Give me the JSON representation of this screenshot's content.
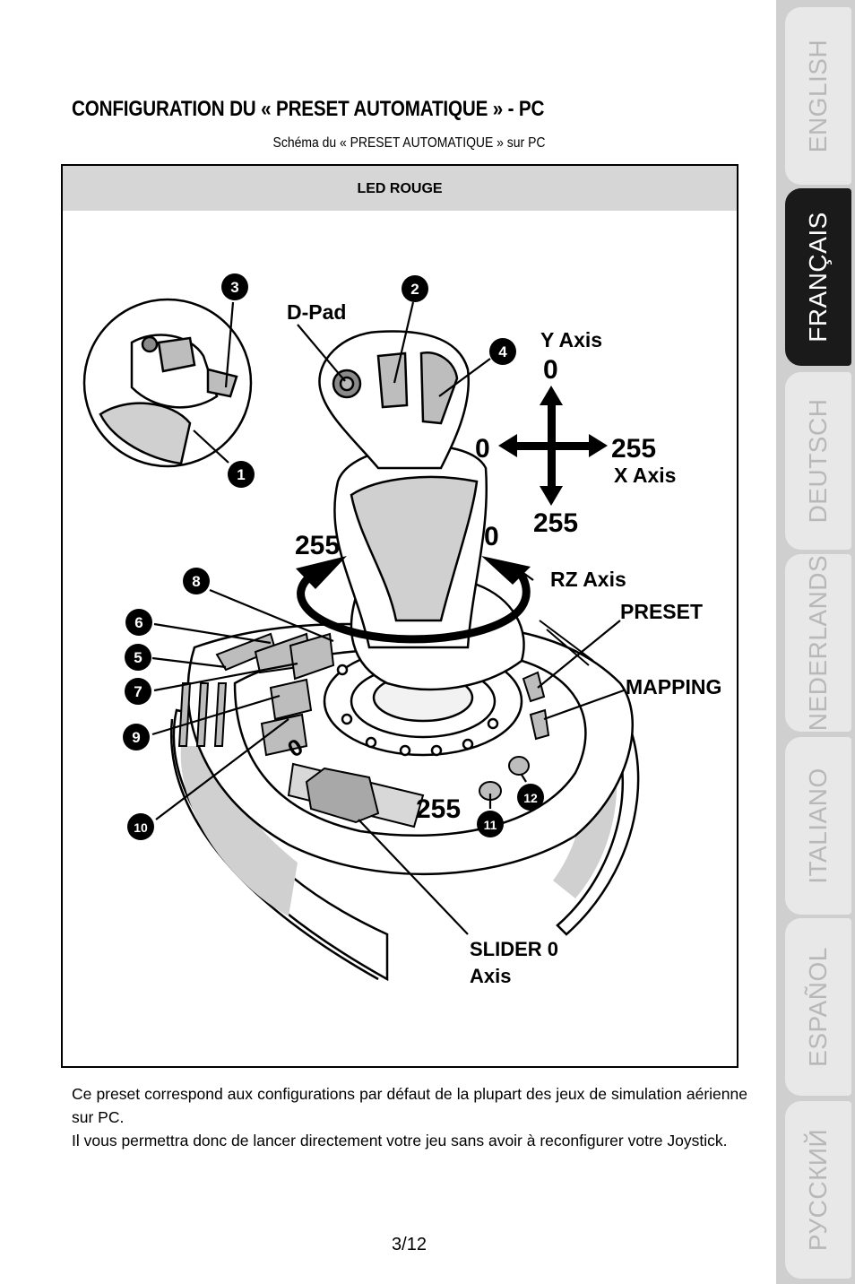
{
  "heading": "CONFIGURATION DU « PRESET AUTOMATIQUE » - PC",
  "subheading": "Schéma du « PRESET AUTOMATIQUE » sur PC",
  "diagram": {
    "led_label": "LED ROUGE",
    "labels": {
      "dpad": "D-Pad",
      "y_axis": "Y Axis",
      "x_axis": "X Axis",
      "rz_axis": "RZ Axis",
      "preset": "PRESET",
      "mapping": "MAPPING",
      "slider_line1": "SLIDER 0",
      "slider_line2": "Axis",
      "y_top": "0",
      "x_left": "0",
      "x_right": "255",
      "y_bottom": "255",
      "rz_left": "255",
      "rz_right": "0",
      "slider_min": "0",
      "slider_max": "255"
    },
    "buttons": [
      "1",
      "2",
      "3",
      "4",
      "5",
      "6",
      "7",
      "8",
      "9",
      "10",
      "11",
      "12"
    ]
  },
  "paragraphs": [
    "Ce preset correspond aux configurations par défaut de la plupart des jeux de simulation aérienne sur PC.",
    "Il vous permettra donc de lancer directement votre jeu sans avoir à reconfigurer votre Joystick."
  ],
  "page_number": "3/12",
  "language_tabs": [
    "ENGLISH",
    "FRANÇAIS",
    "DEUTSCH",
    "NEDERLANDS",
    "ITALIANO",
    "ESPAÑOL",
    "РУССКИЙ"
  ],
  "active_language": "FRANÇAIS"
}
